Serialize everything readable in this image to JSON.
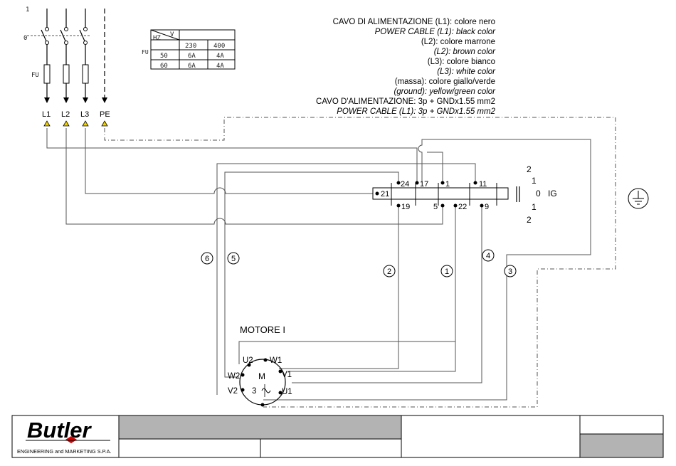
{
  "notes": {
    "l1": "CAVO DI ALIMENTAZIONE (L1): colore nero",
    "l2": "POWER CABLE (L1): black color",
    "l3": "(L2): colore marrone",
    "l4": "(L2): brown color",
    "l5": "(L3): colore bianco",
    "l6": "(L3): white color",
    "l7": "(massa): colore giallo/verde",
    "l8": "(ground): yellow/green color",
    "l9": "CAVO D'ALIMENTAZIONE: 3p + GNDx1.55 mm2",
    "l10": "POWER CABLE (L1): 3p + GNDx1.55 mm2"
  },
  "fuse_table": {
    "hz": "HZ",
    "v": "V",
    "fu": "FU",
    "v1": "230",
    "v2": "400",
    "r1hz": "50",
    "r1a": "6A",
    "r1b": "4A",
    "r2hz": "60",
    "r2a": "6A",
    "r2b": "4A"
  },
  "supply": {
    "one": "1",
    "zero": "0",
    "fu": "FU",
    "l1": "L1",
    "l2": "L2",
    "l3": "L3",
    "pe": "PE"
  },
  "terminals": {
    "t24": "24",
    "t17": "17",
    "t1": "1",
    "t11": "11",
    "t21": "21",
    "t19": "19",
    "t5": "5",
    "t22": "22",
    "t9": "9"
  },
  "switch": {
    "p2a": "2",
    "p1a": "1",
    "p0": "0",
    "name": "IG",
    "p1b": "1",
    "p2b": "2"
  },
  "wires": {
    "w6": "6",
    "w5": "5",
    "w2": "2",
    "w1": "1",
    "w4": "4",
    "w3": "3"
  },
  "motor": {
    "title": "MOTORE I",
    "u2": "U2",
    "w1": "W1",
    "w2": "W2",
    "m": "M",
    "v1": "V1",
    "v2": "V2",
    "three": "3",
    "u1": "U1"
  },
  "title_block": {
    "brand": "Butler",
    "company": "ENGINEERING and MARKETING S.P.A."
  }
}
